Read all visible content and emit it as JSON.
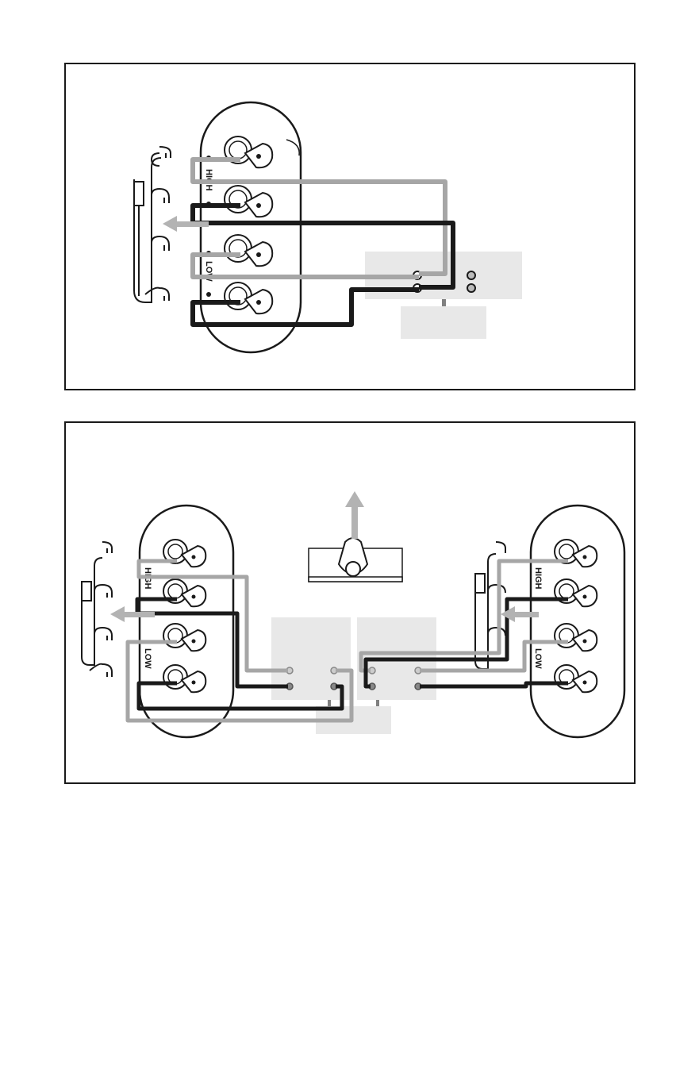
{
  "panels": [
    {
      "terminals": {
        "high": "HIGH",
        "low": "LOW"
      }
    },
    {
      "left_speaker": {
        "high": "HIGH",
        "low": "LOW"
      },
      "right_speaker": {
        "high": "HIGH",
        "low": "LOW"
      }
    }
  ],
  "colors": {
    "black_wire": "#1a1a1a",
    "gray_wire": "#a6a6a6",
    "amp_box": "#e8e8e8",
    "outline": "#1a1a1a"
  }
}
